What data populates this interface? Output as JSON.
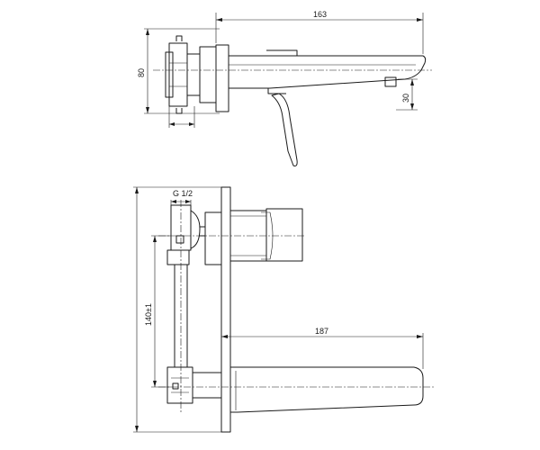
{
  "top_view": {
    "dim_spout_length": "163",
    "dim_height": "80",
    "dim_outlet_offset": "30"
  },
  "front_view": {
    "dim_thread": "G 1/2",
    "dim_spout_length": "187",
    "dim_vertical": "140±1"
  }
}
